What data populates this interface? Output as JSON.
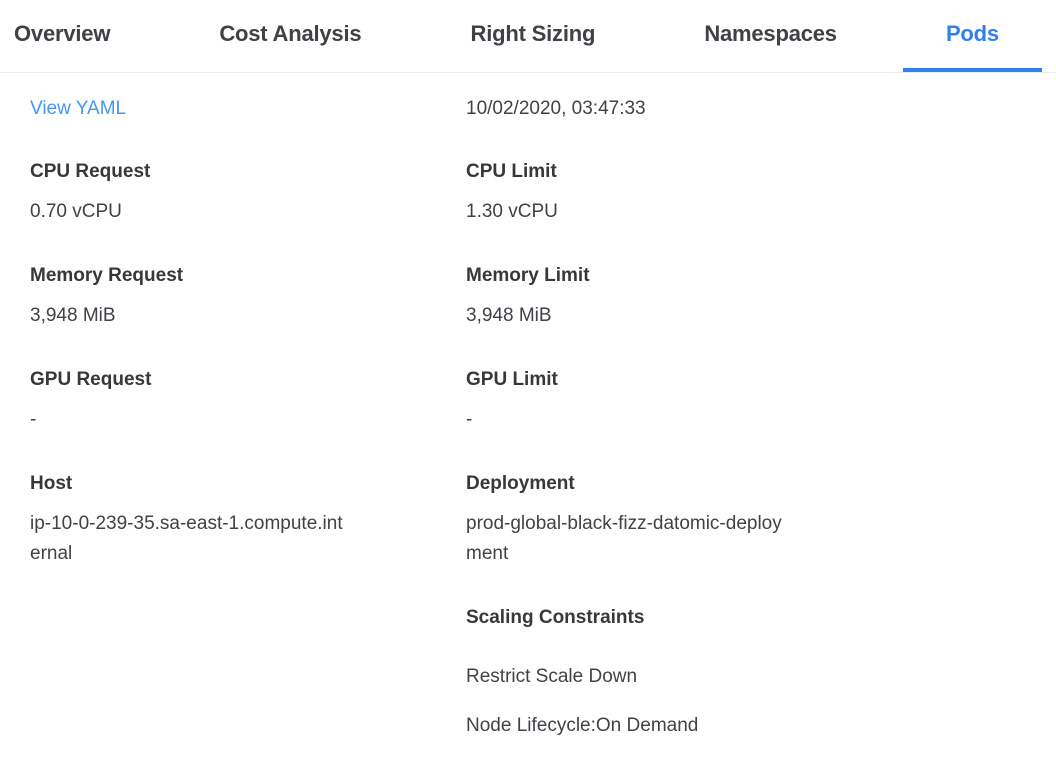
{
  "tab_bar": {
    "tabs": [
      {
        "label": "Overview"
      },
      {
        "label": "Cost Analysis"
      },
      {
        "label": "Right Sizing"
      },
      {
        "label": "Namespaces"
      },
      {
        "label": "Pods"
      }
    ],
    "active_tab": "Pods"
  },
  "pod_details": {
    "view_yaml": "View YAML",
    "timestamp": "10/02/2020, 03:47:33",
    "left_column": {
      "fields": [
        {
          "label": "CPU Request",
          "value": "0.70 vCPU"
        },
        {
          "label": "Memory Request",
          "value": "3,948 MiB"
        },
        {
          "label": "GPU Request",
          "value": "-"
        },
        {
          "label": "Host",
          "value": "ip-10-0-239-35.sa-east-1.compute.internal"
        }
      ]
    },
    "right_column": {
      "fields": [
        {
          "label": "CPU Limit",
          "value": "1.30 vCPU"
        },
        {
          "label": "Memory Limit",
          "value": "3,948 MiB"
        },
        {
          "label": "GPU Limit",
          "value": "-"
        },
        {
          "label": "Deployment",
          "value": "prod-global-black-fizz-datomic-deployment"
        }
      ],
      "scaling_constraints": {
        "label": "Scaling Constraints",
        "items": [
          "Restrict Scale Down",
          "Node Lifecycle:On Demand"
        ]
      }
    }
  },
  "colors": {
    "accent-blue": "#3180f2",
    "link-blue": "#4796f1",
    "label-text": "#36383c",
    "value-text": "#3f4247",
    "tab-text": "#3e4145",
    "divider": "#ebebed",
    "page-bg": "#ffffff"
  }
}
